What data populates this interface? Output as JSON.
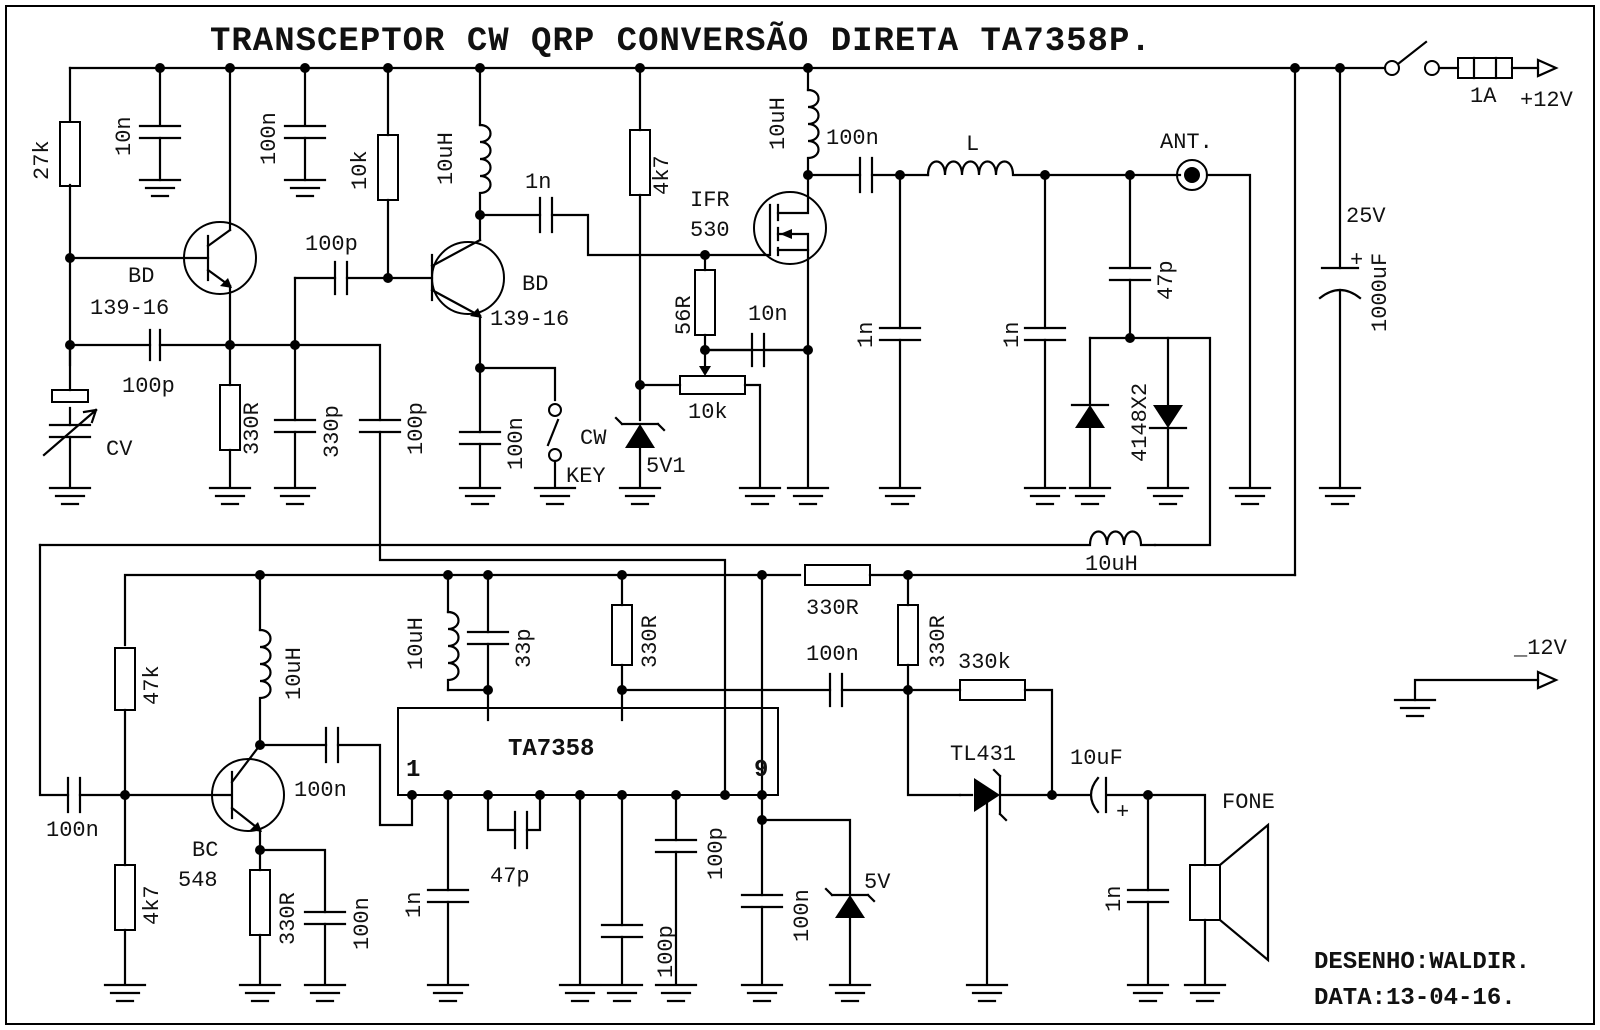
{
  "title": "TRANSCEPTOR CW QRP CONVERSÃO DIRETA TA7358P.",
  "labels": {
    "r27k": "27k",
    "c10n_a": "10n",
    "c100n_a": "100n",
    "r10k_a": "10k",
    "l10uH_a": "10uH",
    "c1n_a": "1n",
    "r4k7_a": "4k7",
    "l10uH_b": "10uH",
    "c100n_b": "100n",
    "l_main": "L",
    "ant": "ANT.",
    "sw_1a": "1A",
    "v12": "+12V",
    "c25v": "25V",
    "c1000uF": "1000uF",
    "c100p_a": "100p",
    "q1_bd": "BD",
    "q1_num": "139-16",
    "q2_bd": "BD",
    "q2_num": "139-16",
    "ifr_a": "IFR",
    "ifr_b": "530",
    "r56": "56R",
    "c10n_b": "10n",
    "pot10k": "10k",
    "c100p_b": "100p",
    "r330_a": "330R",
    "c330p": "330p",
    "c100p_c": "100p",
    "cv": "CV",
    "c100n_c": "100n",
    "cw": "CW",
    "key": "KEY",
    "z5v1": "5V1",
    "c1n_b": "1n",
    "c1n_c": "1n",
    "c47p_a": "47p",
    "d4148": "4148X2",
    "l10uH_c": "10uH",
    "r47k": "47k",
    "l10uH_d": "10uH",
    "l10uH_e": "10uH",
    "c33p": "33p",
    "r330_b": "330R",
    "r330_c": "330R",
    "r330_d": "330R",
    "c100n_d": "100n",
    "r330k": "330k",
    "neg12": "_12V",
    "ta7358": "TA7358",
    "pin1": "1",
    "pin9": "9",
    "c100n_e": "100n",
    "c100n_f": "100n",
    "bc": "BC",
    "bc_num": "548",
    "r4k7_b": "4k7",
    "r330_e": "330R",
    "c100n_g": "100n",
    "c1n_d": "1n",
    "c47p_b": "47p",
    "c100p_d": "100p",
    "c100p_e": "100p",
    "c100n_h": "100n",
    "z5v": "5V",
    "tl431": "TL431",
    "c10uF": "10uF",
    "plus": "+",
    "fone": "FONE",
    "c1n_e": "1n",
    "author": "DESENHO:WALDIR.",
    "date": "DATA:13-04-16."
  }
}
